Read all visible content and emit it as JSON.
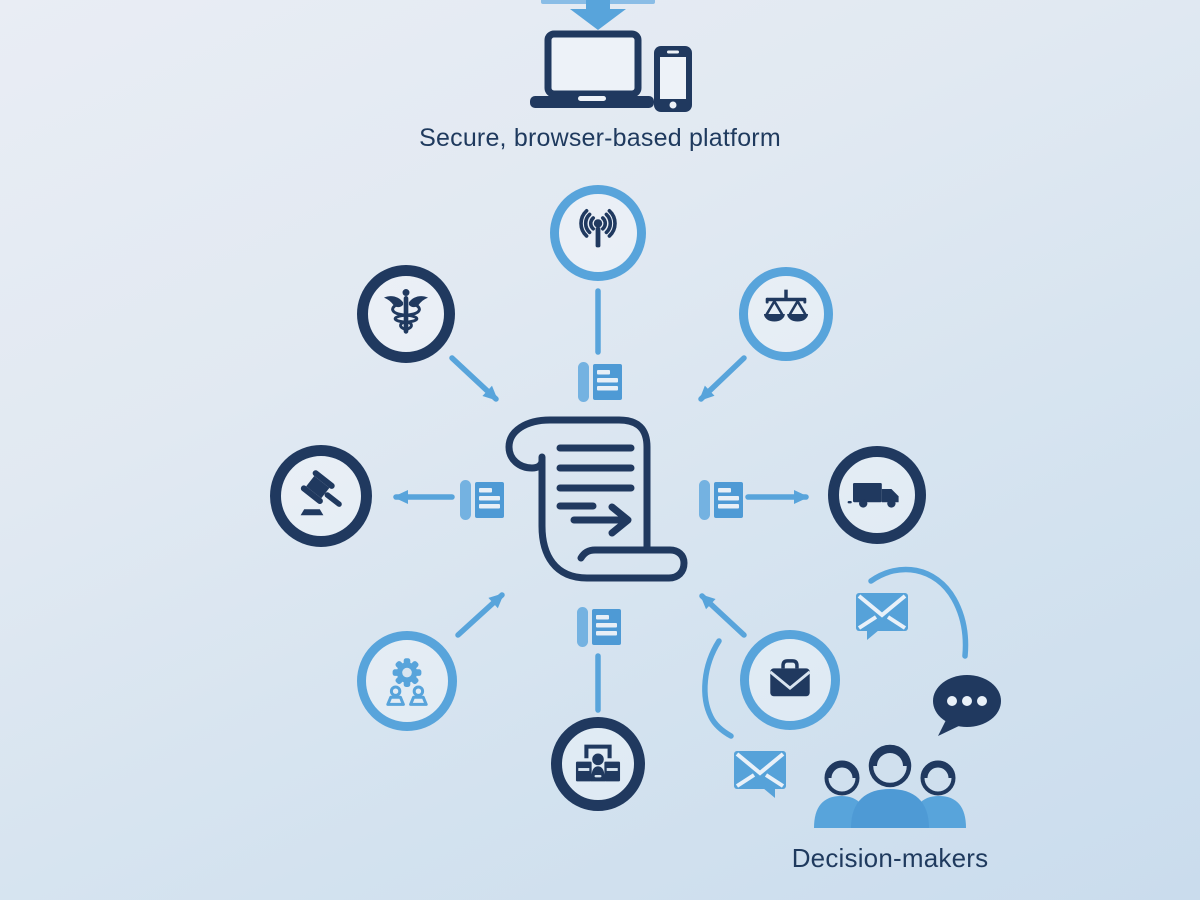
{
  "palette": {
    "navy": "#20395f",
    "blue": "#58a4db",
    "blue_soft": "#74b2e1",
    "blue_deep": "#4e9ad5",
    "bg_top": "#e9edf4",
    "bg_bottom": "#cadced"
  },
  "top_flow": {
    "platform_label": "Secure, browser-based platform",
    "icons": [
      "down-arrow",
      "laptop",
      "smartphone"
    ]
  },
  "hub": {
    "icon": "scroll-document-with-arrow"
  },
  "nodes": [
    {
      "id": "broadcast",
      "icon": "broadcast-antenna",
      "ring_color": "#58a4db",
      "position": "top"
    },
    {
      "id": "medical",
      "icon": "caduceus",
      "ring_color": "#20395f",
      "position": "top-left"
    },
    {
      "id": "legal-scales",
      "icon": "scales-of-justice",
      "ring_color": "#58a4db",
      "position": "top-right"
    },
    {
      "id": "court",
      "icon": "gavel",
      "ring_color": "#20395f",
      "position": "left"
    },
    {
      "id": "logistics",
      "icon": "delivery-truck",
      "ring_color": "#20395f",
      "position": "right"
    },
    {
      "id": "operations",
      "icon": "gear-with-people",
      "ring_color": "#58a4db",
      "position": "bottom-left"
    },
    {
      "id": "hearing",
      "icon": "person-at-bench",
      "ring_color": "#20395f",
      "position": "bottom"
    },
    {
      "id": "business",
      "icon": "briefcase",
      "ring_color": "#58a4db",
      "position": "bottom-right"
    }
  ],
  "document_chips": [
    {
      "position": "above-hub"
    },
    {
      "position": "left-of-hub"
    },
    {
      "position": "right-of-hub"
    },
    {
      "position": "below-hub"
    }
  ],
  "decision_flow": {
    "label": "Decision-makers",
    "icons": [
      "envelope-message",
      "speech-bubble",
      "people-group",
      "envelope-message"
    ]
  }
}
